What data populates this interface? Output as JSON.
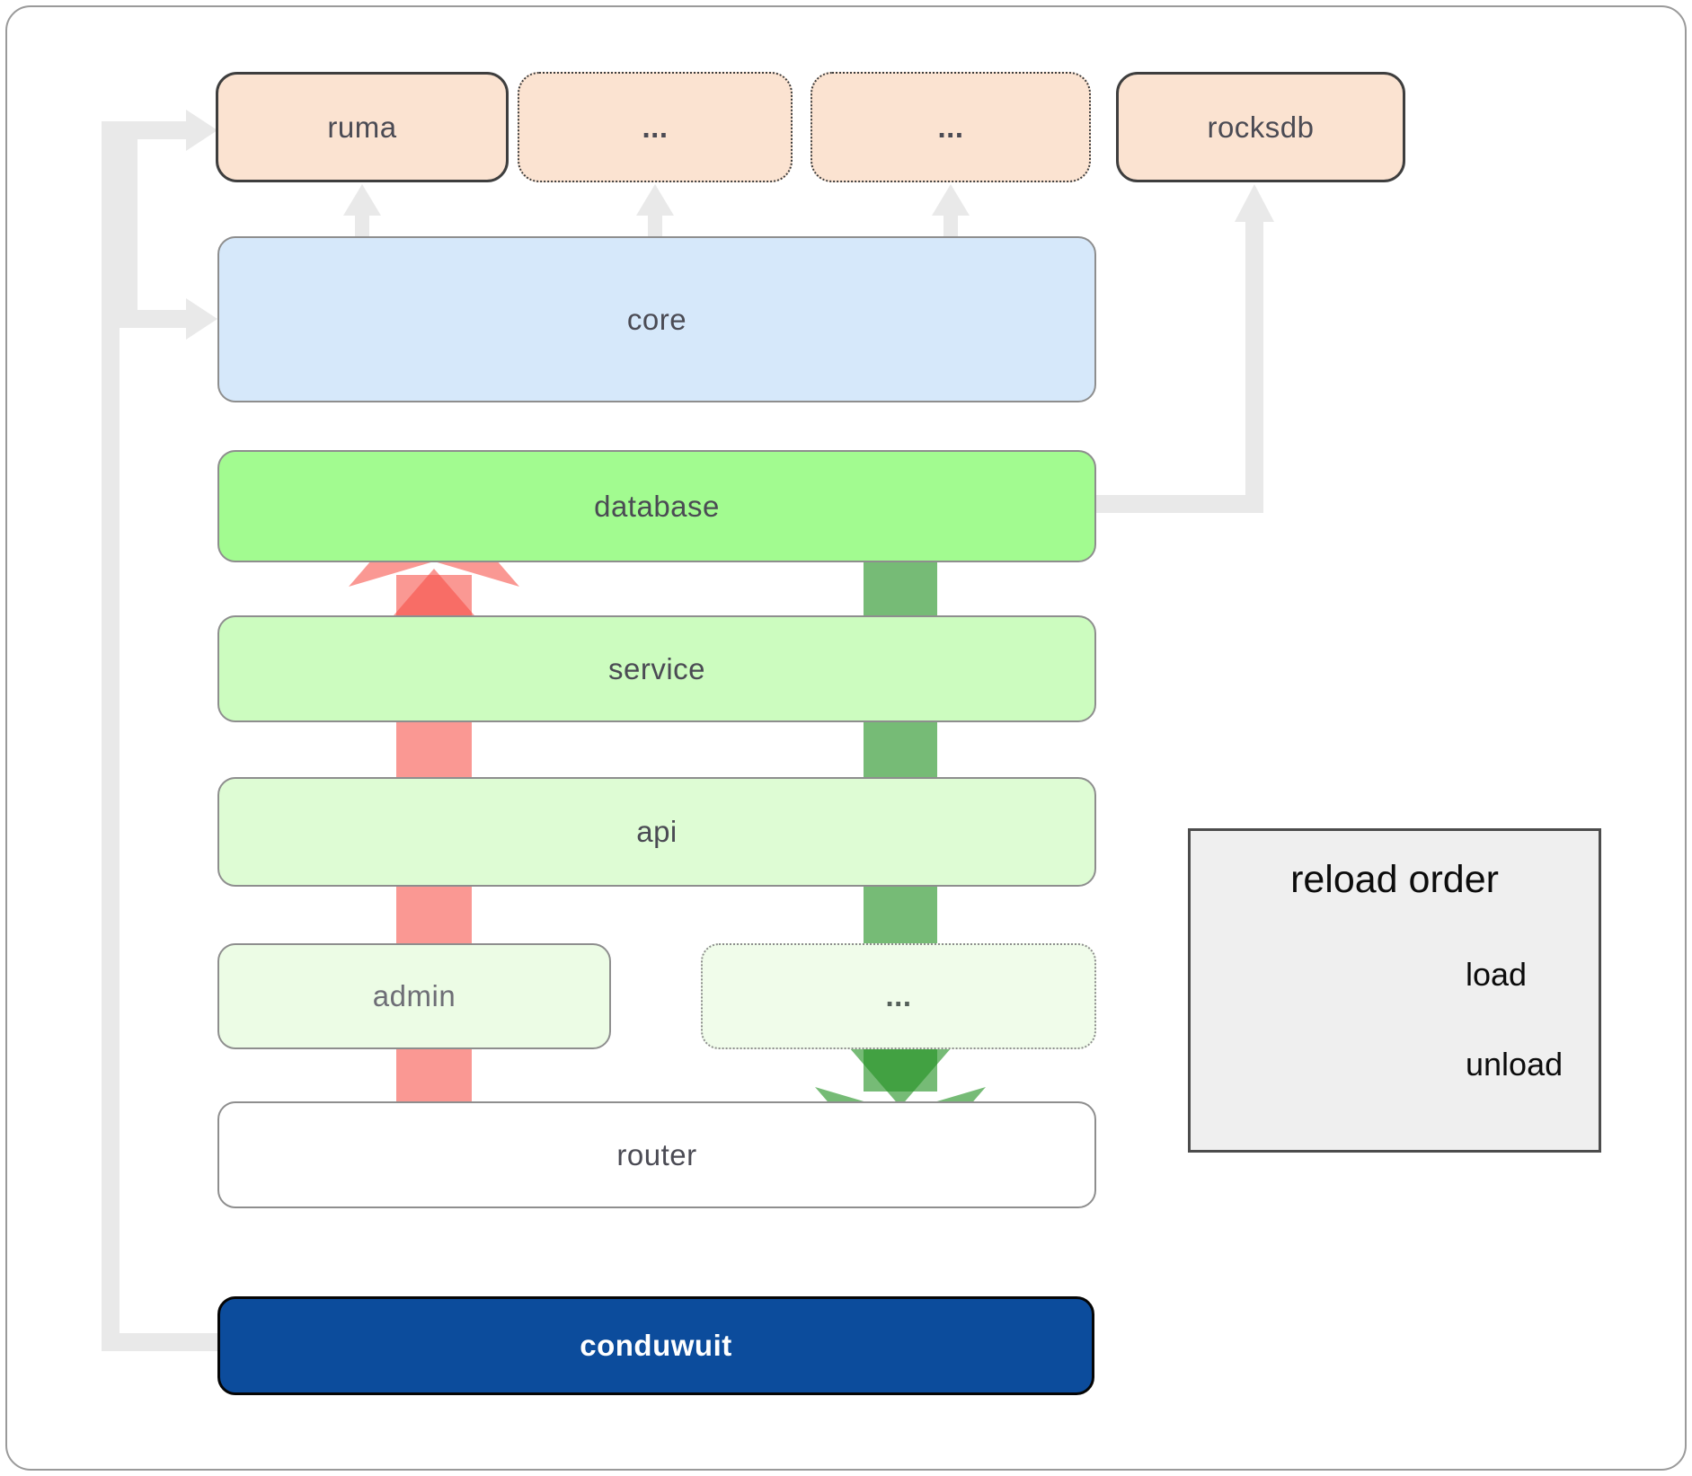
{
  "nodes": {
    "top_row": [
      {
        "label": "ruma",
        "border": "solid"
      },
      {
        "label": "...",
        "border": "dotted"
      },
      {
        "label": "...",
        "border": "dotted"
      },
      {
        "label": "rocksdb",
        "border": "solid"
      }
    ],
    "core": {
      "label": "core"
    },
    "database": {
      "label": "database"
    },
    "service": {
      "label": "service"
    },
    "api": {
      "label": "api"
    },
    "admin": {
      "label": "admin"
    },
    "admin_sibling": {
      "label": "..."
    },
    "router": {
      "label": "router"
    },
    "conduwuit": {
      "label": "conduwuit"
    }
  },
  "legend": {
    "title": "reload order",
    "items": [
      {
        "label": "load",
        "color": "#229222"
      },
      {
        "label": "unload",
        "color": "#f74d45"
      }
    ]
  },
  "colors": {
    "peach_fill": "#fbe3d1",
    "core_blue": "#d6e8fa",
    "database_green": "#a2fb90",
    "service_green": "#ccfcbf",
    "api_green": "#defcd4",
    "admin_green": "#ecfce5",
    "router_white": "#ffffff",
    "conduwuit_blue": "#0c4c9c",
    "gray_connector": "#e9e9e9",
    "load_arrow": "rgba(34,146,34,0.62)",
    "unload_arrow": "rgba(247,77,69,0.58)"
  }
}
